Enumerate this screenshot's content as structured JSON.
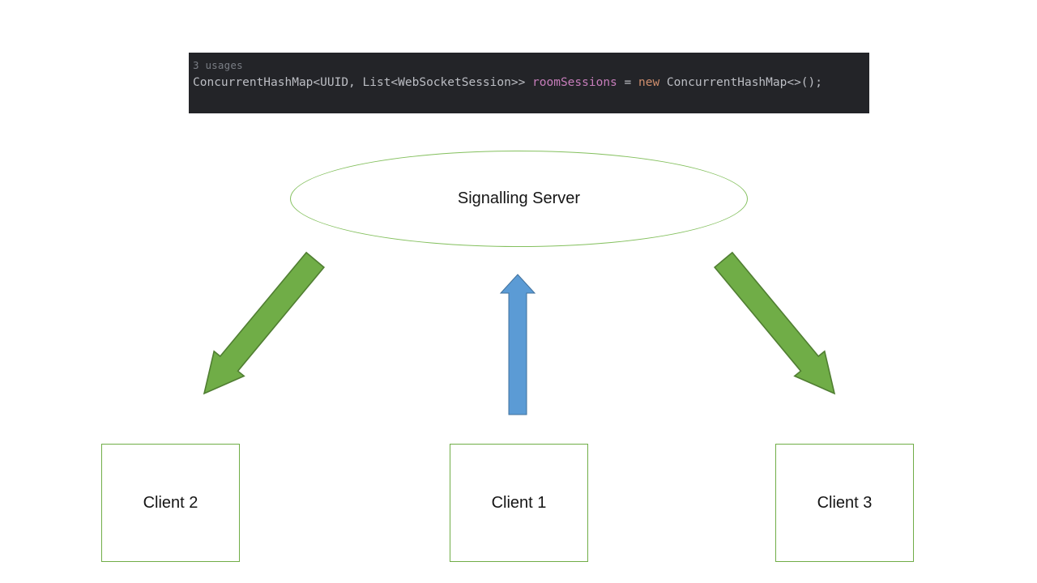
{
  "page": {
    "background": "#ffffff"
  },
  "code_snippet": {
    "background": "#232428",
    "usages_label": "3 usages",
    "usages_color": "#7a7e85",
    "tokens": [
      {
        "type": "plain",
        "text": "ConcurrentHashMap<UUID, List<WebSocketSession>> ",
        "color": "#bcbec4"
      },
      {
        "type": "field",
        "text": "roomSessions",
        "color": "#c77dbb"
      },
      {
        "type": "plain",
        "text": " = ",
        "color": "#bcbec4"
      },
      {
        "type": "keyword",
        "text": "new",
        "color": "#cf8e6d"
      },
      {
        "type": "plain",
        "text": " ConcurrentHashMap<>();",
        "color": "#bcbec4"
      }
    ]
  },
  "diagram": {
    "server": {
      "label": "Signalling Server",
      "border_color": "#84c05e"
    },
    "clients": [
      {
        "label": "Client 2"
      },
      {
        "label": "Client 1"
      },
      {
        "label": "Client 3"
      }
    ],
    "client_border_color": "#70ad47",
    "arrows": [
      {
        "name": "server-to-client2",
        "direction": "down-left",
        "fill": "#70ad47",
        "stroke": "#507e32"
      },
      {
        "name": "client1-to-server",
        "direction": "up",
        "fill": "#5b9bd5",
        "stroke": "#41719c"
      },
      {
        "name": "server-to-client3",
        "direction": "down-right",
        "fill": "#70ad47",
        "stroke": "#507e32"
      }
    ]
  }
}
